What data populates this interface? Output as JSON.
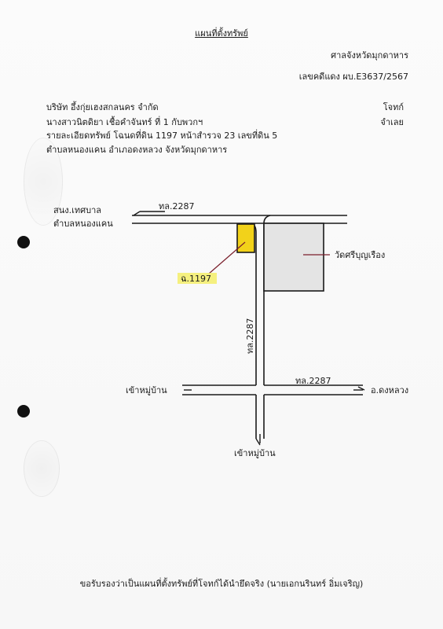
{
  "document": {
    "title": "แผนที่ตั้งทรัพย์",
    "court": "ศาลจังหวัดมุกดาหาร",
    "case_number": "เลขคดีแดง ผบ.E3637/2567",
    "parties": [
      {
        "name": "บริษัท อึ้งกุ่ยเฮงสกลนคร จำกัด",
        "role": "โจทก์"
      },
      {
        "name": "นางสาวนิตดิยา เชื้อคำจันทร์ ที่ 1 กับพวกฯ",
        "role": "จำเลย"
      }
    ],
    "property_detail": "รายละเอียดทรัพย์ โฉนดที่ดิน 1197 หน้าสำรวจ 23 เลขที่ดิน 5",
    "location": "ตำบลหนองแคน อำเภอดงหลวง จังหวัดมุกดาหาร",
    "footer": "ขอรับรองว่าเป็นแผนที่ตั้งทรัพย์ที่โจทก์ได้นำยึดจริง (นายเอกนรินทร์ อิ่มเจริญ)"
  },
  "map": {
    "road_top": "ทล.2287",
    "left_destination_line1": "สนง.เทศบาล",
    "left_destination_line2": "ตำบลหนองแคน",
    "vertical_road": "ทล.2287",
    "parcel_label": "ฉ.1197",
    "temple": "วัดศรีบุญเรือง",
    "cross_road": "ทล.2287",
    "right_destination": "อ.ดงหลวง",
    "left_village": "เข้าหมู่บ้าน",
    "bottom_village": "เข้าหมู่บ้าน",
    "colors": {
      "parcel": "#f2d21a",
      "temple_fill": "#e4e4e4",
      "pointer": "#7a1f2b",
      "highlight": "#f5ef6a"
    }
  }
}
